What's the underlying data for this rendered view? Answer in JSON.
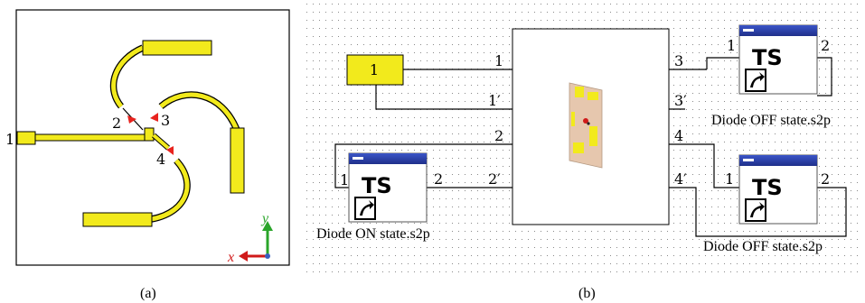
{
  "panel_a": {
    "caption": "(a)",
    "port_labels": [
      "1",
      "2",
      "3",
      "4"
    ],
    "axis_x": "x",
    "axis_y": "y"
  },
  "panel_b": {
    "caption": "(b)",
    "source_port": "1",
    "em_ports": [
      "1",
      "1′",
      "2",
      "2′",
      "3",
      "3′",
      "4",
      "4′"
    ],
    "ts_text": "TS",
    "blocks": [
      {
        "pins": [
          "1",
          "2"
        ],
        "caption": "Diode OFF state.s2p"
      },
      {
        "pins": [
          "1",
          "2"
        ],
        "caption": "Diode ON state.s2p"
      },
      {
        "pins": [
          "1",
          "2"
        ],
        "caption": "Diode OFF state.s2p"
      }
    ]
  },
  "colors": {
    "strip_fill": "#f2ea1c",
    "arrow_red": "#e8231e",
    "axis_green": "#2aa52a",
    "axis_red": "#d01a1a",
    "window_title_blue": "#2b3fa5"
  }
}
